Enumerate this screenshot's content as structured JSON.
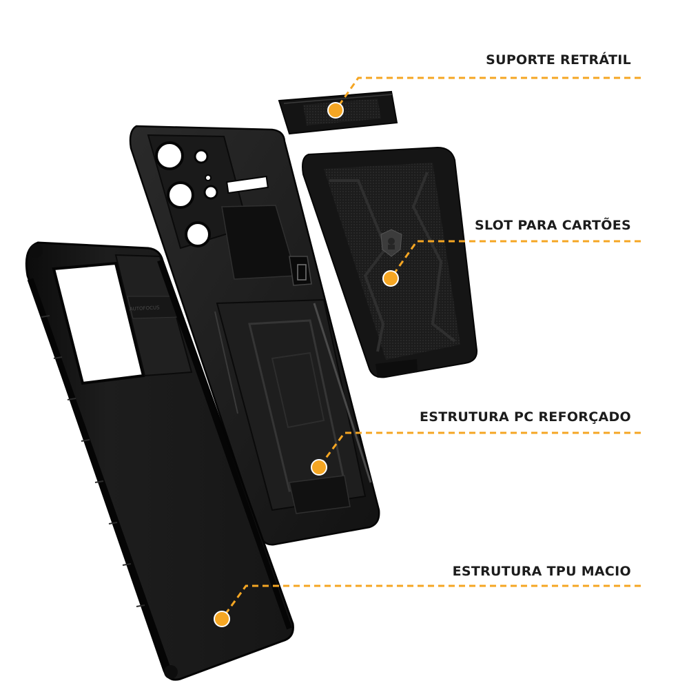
{
  "callouts": [
    {
      "label": "SUPORTE RETRÁTIL"
    },
    {
      "label": "SLOT PARA CARTÕES"
    },
    {
      "label": "ESTRUTURA PC REFORÇADO"
    },
    {
      "label": "ESTRUTURA TPU MACIO"
    }
  ],
  "case": {
    "engraving": "AUTOFOCUS"
  },
  "colors": {
    "accent": "#f5a623",
    "case_body": "#1b1b1b",
    "case_edge": "#0b0b0b",
    "background": "#ffffff"
  },
  "icons": [
    "gorilla-shield-logo-icon"
  ]
}
